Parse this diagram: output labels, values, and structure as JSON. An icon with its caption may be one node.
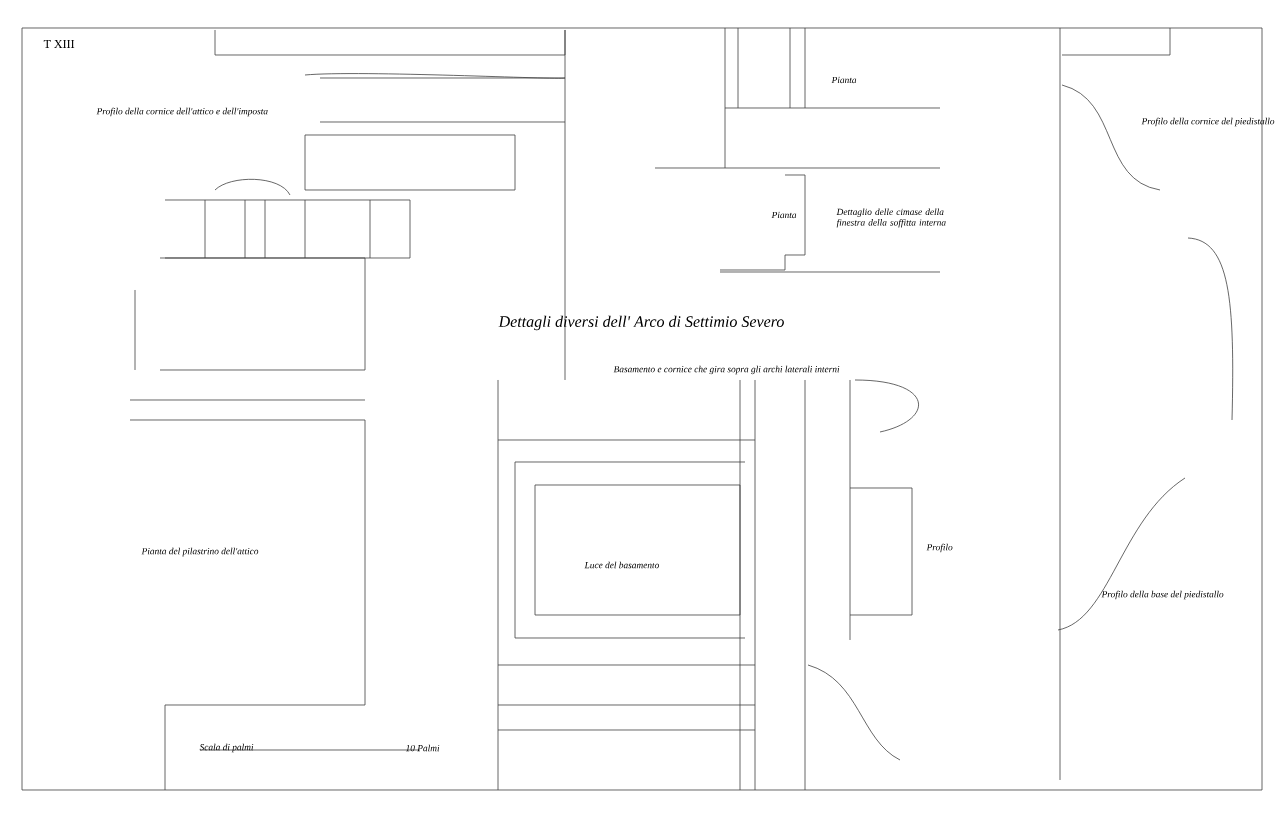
{
  "diagram": {
    "title": "Dettagli diversi dell' Arco di Settimio Severo",
    "labels": [
      "T XIII",
      "Profilo della cornice dell'attico e dell'imposta",
      "Pianta",
      "Pianta",
      "Dettaglio delle cimase della finestra della soffitta interna",
      "Profilo della cornice del piedistallo",
      "Basamento e cornice che gira sopra gli archi laterali interni",
      "Pianta del pilastrino dell'attico",
      "Luce del basamento",
      "Profilo",
      "Profilo della base del piedistallo",
      "Scala di palmi",
      "10 Palmi"
    ]
  }
}
